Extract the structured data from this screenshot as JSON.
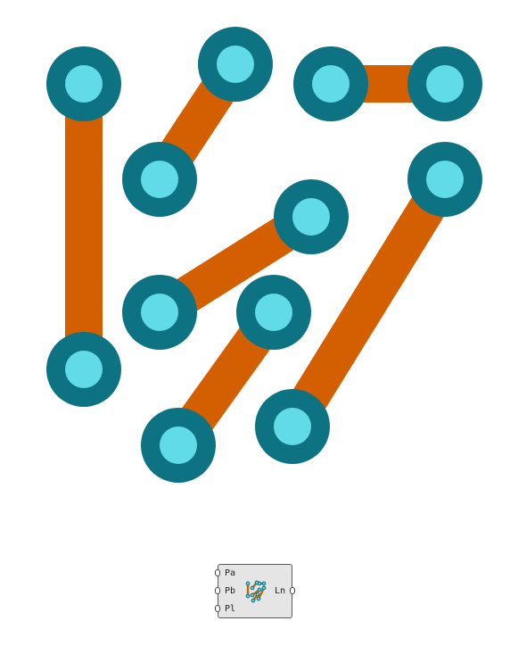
{
  "diagram": {
    "colors": {
      "line": "#d45f00",
      "node_outer": "#0d7282",
      "node_inner": "#62dbe9"
    },
    "nodes": [
      {
        "id": "n1"
      },
      {
        "id": "n2"
      },
      {
        "id": "n3"
      },
      {
        "id": "n4"
      },
      {
        "id": "n5"
      },
      {
        "id": "n6"
      },
      {
        "id": "n7"
      },
      {
        "id": "n8"
      },
      {
        "id": "n9"
      },
      {
        "id": "n10"
      },
      {
        "id": "n11"
      },
      {
        "id": "n12"
      },
      {
        "id": "n13"
      },
      {
        "id": "n14"
      }
    ],
    "links": [
      {
        "from": "n1",
        "to": "n2"
      },
      {
        "from": "n3",
        "to": "n4"
      },
      {
        "from": "n5",
        "to": "n6"
      },
      {
        "from": "n7",
        "to": "n8"
      },
      {
        "from": "n9",
        "to": "n10"
      },
      {
        "from": "n11",
        "to": "n12"
      },
      {
        "from": "n13",
        "to": "n14"
      }
    ]
  },
  "component": {
    "inputs": [
      "Pa",
      "Pb",
      "Pl"
    ],
    "output": "Ln",
    "icon": "line-pairs-icon"
  }
}
